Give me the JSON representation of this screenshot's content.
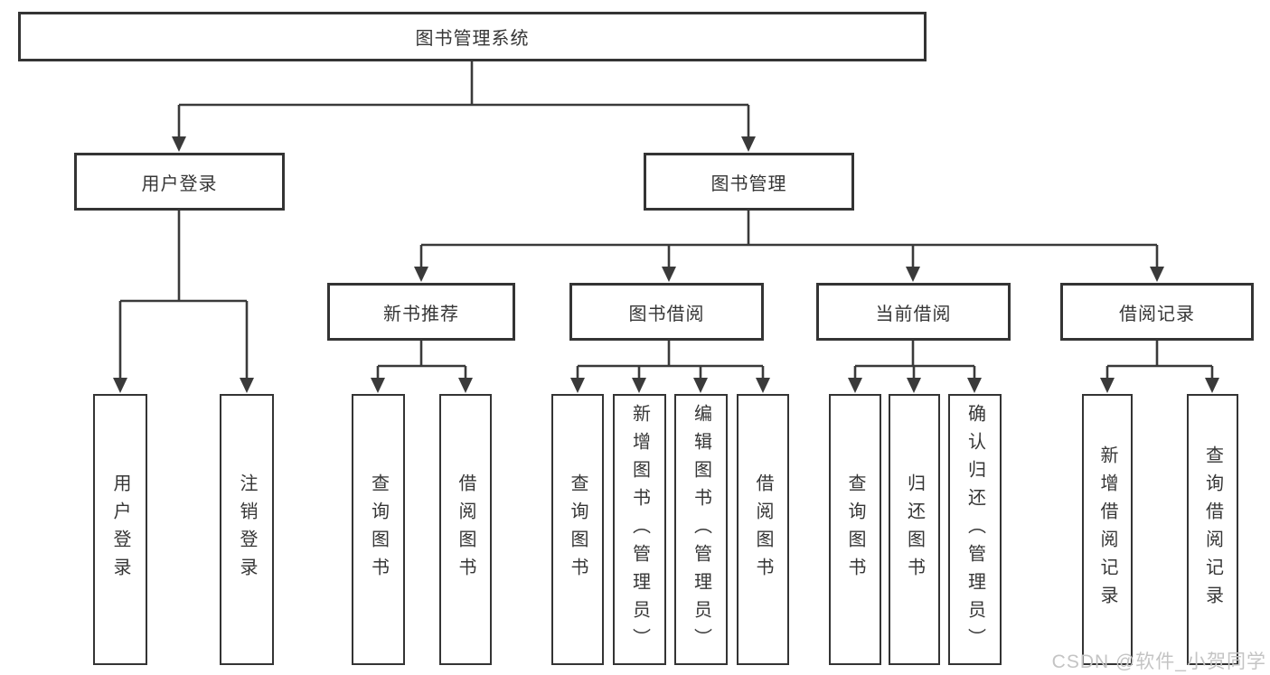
{
  "diagram": {
    "root": {
      "label": "图书管理系统"
    },
    "level2": {
      "user_login": {
        "label": "用户登录"
      },
      "book_management": {
        "label": "图书管理"
      }
    },
    "level3": {
      "new_book_recommend": {
        "label": "新书推荐"
      },
      "book_borrow": {
        "label": "图书借阅"
      },
      "current_borrow": {
        "label": "当前借阅"
      },
      "borrow_record": {
        "label": "借阅记录"
      }
    },
    "leaves": {
      "user_login": [
        "用户登录",
        "注销登录"
      ],
      "new_book_recommend": [
        "查询图书",
        "借阅图书"
      ],
      "book_borrow": [
        "查询图书",
        "新增图书（管理员）",
        "编辑图书（管理员）",
        "借阅图书"
      ],
      "current_borrow": [
        "查询图书",
        "归还图书",
        "确认归还（管理员）"
      ],
      "borrow_record": [
        "新增借阅记录",
        "查询借阅记录"
      ]
    },
    "colors": {
      "line": "#3a3a3a",
      "box_border": "#343434",
      "text": "#363636",
      "background": "#ffffff"
    }
  },
  "watermark": {
    "text": "CSDN @软件_小贺同学",
    "color": "#c4c4c4"
  }
}
